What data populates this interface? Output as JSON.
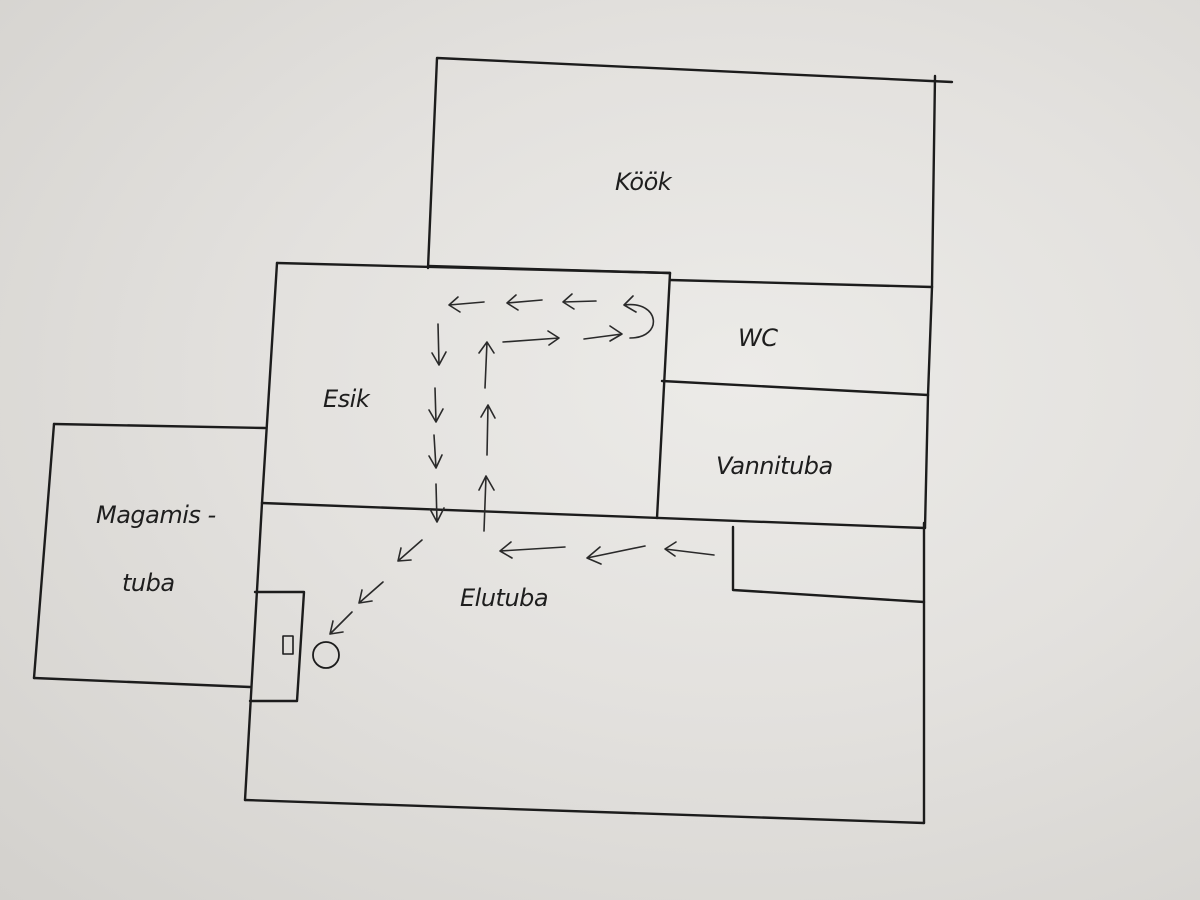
{
  "rooms": {
    "kitchen": "Köök",
    "wc": "WC",
    "storage": "Vannituba",
    "hall": "Esik",
    "bedroom_line1": "Magamis -",
    "bedroom_line2": "tuba",
    "living": "Elutuba"
  },
  "colors": {
    "ink": "#1c1c1c",
    "paper": "#e6e4e1"
  }
}
